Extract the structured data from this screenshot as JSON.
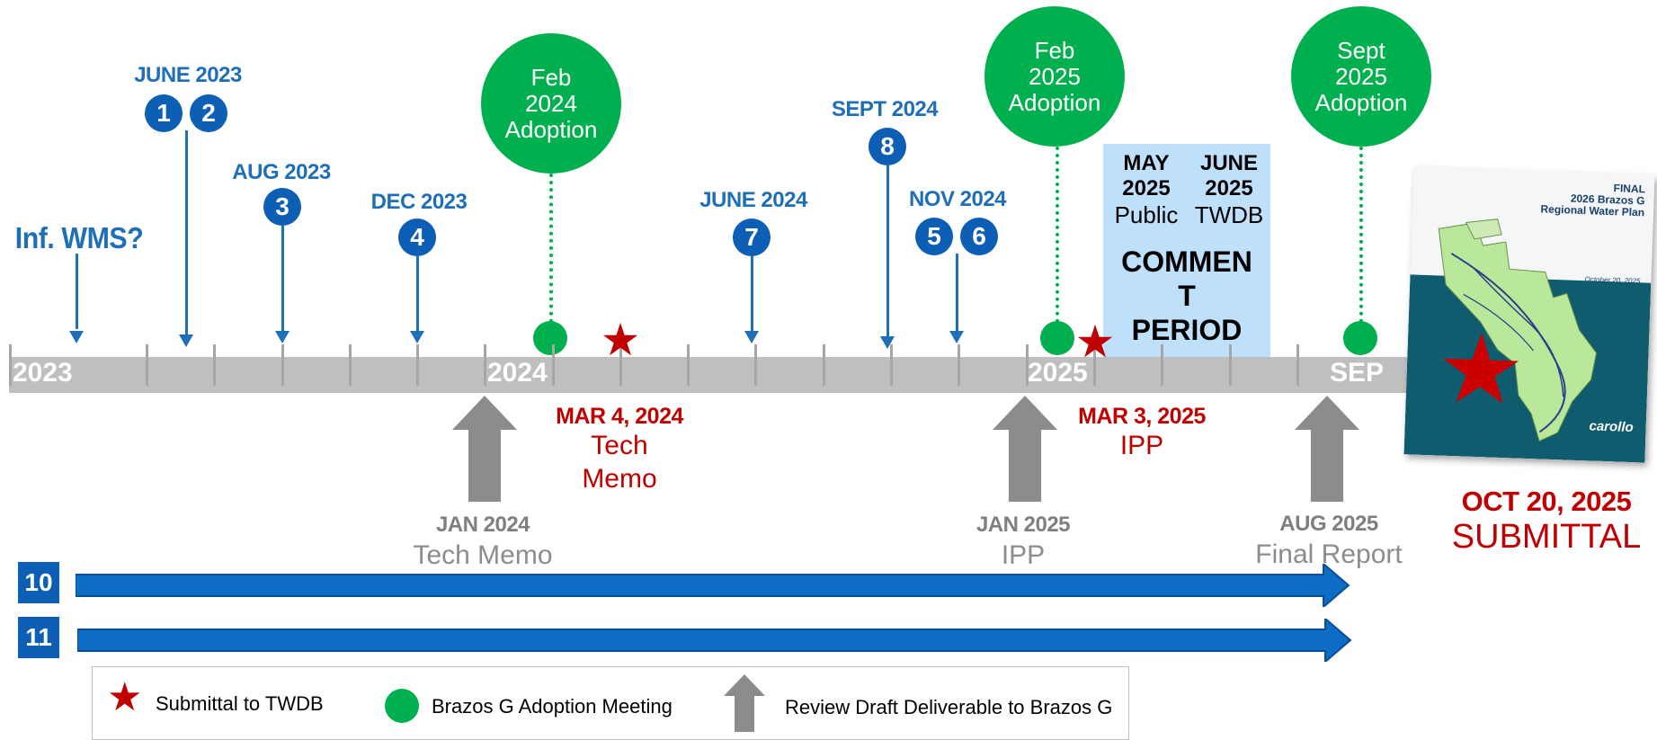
{
  "top_labels": {
    "inf_wms": "Inf. WMS?",
    "june_2023": "JUNE 2023",
    "aug_2023": "AUG 2023",
    "dec_2023": "DEC 2023",
    "june_2024": "JUNE 2024",
    "sept_2024": "SEPT 2024",
    "nov_2024": "NOV 2024"
  },
  "markers": [
    "1",
    "2",
    "3",
    "4",
    "7",
    "8",
    "5",
    "6"
  ],
  "adoption_meetings": [
    {
      "line1": "Feb",
      "line2": "2024",
      "line3": "Adoption"
    },
    {
      "line1": "Feb",
      "line2": "2025",
      "line3": "Adoption"
    },
    {
      "line1": "Sept",
      "line2": "2025",
      "line3": "Adoption"
    }
  ],
  "comment_period": {
    "may_month": "MAY",
    "may_year": "2025",
    "may_role": "Public",
    "june_month": "JUNE",
    "june_year": "2025",
    "june_role": "TWDB",
    "line1": "COMMEN",
    "line2": "T",
    "line3": "PERIOD"
  },
  "timeline_years": {
    "y2023": "2023",
    "y2024": "2024",
    "y2025": "2025",
    "sep": "SEP"
  },
  "submittals": [
    {
      "date": "MAR 4, 2024",
      "line1": "Tech",
      "line2": "Memo"
    },
    {
      "date": "MAR 3, 2025",
      "line1": "IPP"
    }
  ],
  "drafts": [
    {
      "date": "JAN 2024",
      "label": "Tech Memo"
    },
    {
      "date": "JAN 2025",
      "label": "IPP"
    },
    {
      "date": "AUG 2025",
      "label": "Final Report"
    }
  ],
  "final_submittal": {
    "date": "OCT 20, 2025",
    "label": "SUBMITTAL"
  },
  "tasks": [
    "10",
    "11"
  ],
  "report_cover": {
    "title1": "FINAL",
    "title2": "2026 Brazos G",
    "title3": "Regional Water Plan",
    "date": "October 20, 2025",
    "brand": "carollo"
  },
  "legend": {
    "star": "Submittal to TWDB",
    "circle": "Brazos G Adoption Meeting",
    "arrow": "Review Draft Deliverable to Brazos G"
  },
  "colors": {
    "blue": "#1f6fb8",
    "green": "#00b04f",
    "red": "#c00000",
    "gray": "#7f7f7f"
  }
}
